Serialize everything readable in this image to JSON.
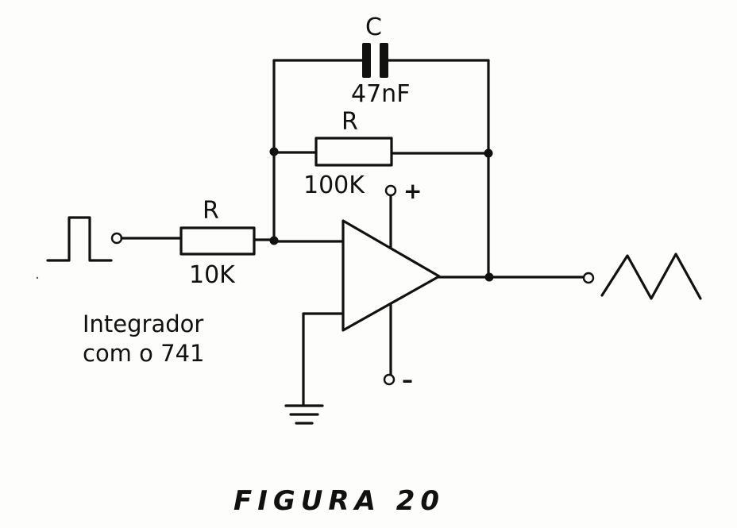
{
  "diagram": {
    "figure_title": "FIGURA 20",
    "caption": {
      "line1": "Integrador",
      "line2": "com o 741"
    },
    "components": {
      "input_resistor": {
        "name": "R",
        "value": "10K"
      },
      "feedback_resistor": {
        "name": "R",
        "value": "100K"
      },
      "capacitor": {
        "name": "C",
        "value": "47nF"
      },
      "opamp": {
        "part": "741"
      }
    },
    "supply": {
      "positive": "+",
      "negative": "–"
    },
    "signals": {
      "input": "square-pulse-icon",
      "output": "triangle-wave-icon"
    }
  }
}
